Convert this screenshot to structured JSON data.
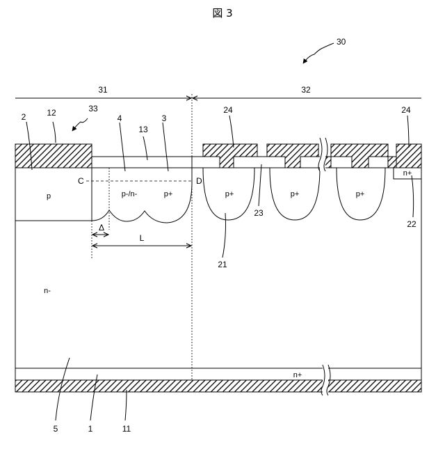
{
  "figure": {
    "title": "図 3"
  },
  "labels": {
    "ref_30": "30",
    "ref_31": "31",
    "ref_32": "32",
    "ref_33": "33",
    "ref_2": "2",
    "ref_12": "12",
    "ref_4": "4",
    "ref_13": "13",
    "ref_3": "3",
    "ref_24a": "24",
    "ref_24b": "24",
    "ref_23": "23",
    "ref_21": "21",
    "ref_22": "22",
    "ref_5": "5",
    "ref_1": "1",
    "ref_11": "11",
    "point_c": "C",
    "point_d": "D",
    "dim_delta": "Δ",
    "dim_l": "L"
  },
  "regions": {
    "p": "p",
    "p_minus_n_minus": "p-/n-",
    "p_plus_main": "p+",
    "p_plus_1": "p+",
    "p_plus_2": "p+",
    "p_plus_3": "p+",
    "n_plus_top": "n+",
    "n_minus": "n-",
    "n_plus_bottom": "n+"
  }
}
